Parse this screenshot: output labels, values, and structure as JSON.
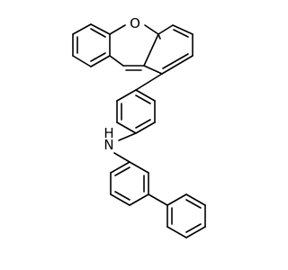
{
  "molecule": {
    "atoms": {
      "oxygen": "O",
      "nitrogen": "N",
      "hydrogen": "H"
    },
    "colors": {
      "bond": "#000000",
      "background": "#ffffff"
    }
  }
}
